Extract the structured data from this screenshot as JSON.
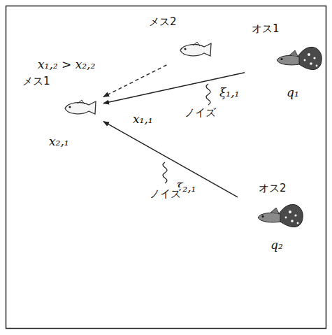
{
  "diagram": {
    "nodes": [
      {
        "text": [
          "メス2"
        ]
      },
      {
        "text": [
          "オス1"
        ]
      },
      {
        "text": [
          "メス1"
        ]
      },
      {
        "text": [
          "オス2"
        ]
      }
    ],
    "edges": [
      {
        "from": 1,
        "to": 2,
        "arrow": "to",
        "label": "x₁,₁"
      },
      {
        "from": 3,
        "to": 2,
        "arrow": "to",
        "label": "x₂,₁"
      },
      {
        "from": 0,
        "to": 2,
        "arrow": "to",
        "label": "x₁,₂ > x₂,₂"
      }
    ],
    "labels": [
      "q₁",
      "q₂",
      "ξ₁,₁",
      "ノイズ",
      "ξ₂,₁",
      "ノイズ"
    ]
  }
}
